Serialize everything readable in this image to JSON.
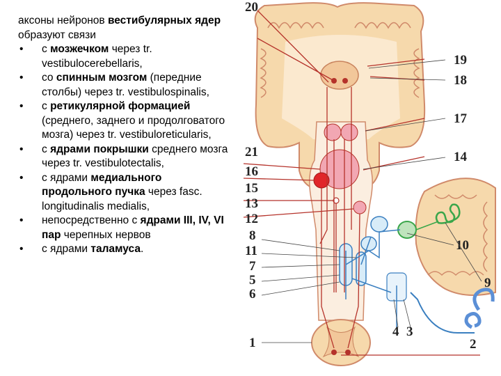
{
  "intro": {
    "t1": "аксоны нейронов ",
    "b1": "вестибулярных ядер",
    "t2": " образуют связи"
  },
  "bullets": [
    {
      "t1": "с ",
      "b1": "мозжечком",
      "t2": " через tr. vestibulocerebellaris,"
    },
    {
      "t1": "со ",
      "b1": "спинным мозгом",
      "t2": " (передние столбы) через tr. vestibulospinalis,"
    },
    {
      "t1": "с ",
      "b1": "ретикулярной формацией",
      "t2": " (среднего, заднего и продолговатого мозга) через tr. vestibuloreticularis,"
    },
    {
      "t1": "с ",
      "b1": "ядрами покрышки",
      "t2": " среднего мозга через tr. vestibulotectalis,"
    },
    {
      "t1": "с ядрами ",
      "b1": "медиального продольного пучка",
      "t2": " через fasc. longitudinalis medialis,"
    },
    {
      "t1": "непосредственно с ",
      "b1": "ядрами III, IV, VI пар",
      "t2": " черепных нервов"
    },
    {
      "t1": "с ядрами ",
      "b1": "таламуса",
      "t2": "."
    }
  ],
  "bullet_symbol": "•",
  "figure_labels": {
    "n20": "20",
    "n19": "19",
    "n18": "18",
    "n17": "17",
    "n21": "21",
    "n14": "14",
    "n16": "16",
    "n15": "15",
    "n13": "13",
    "n12": "12",
    "n8": "8",
    "n11": "11",
    "n10": "10",
    "n7": "7",
    "n5": "5",
    "n9": "9",
    "n6": "6",
    "n4": "4",
    "n3": "3",
    "n1": "1",
    "n2": "2"
  },
  "colors": {
    "pathway": "#b5322a",
    "tissue": "#f6d9ac",
    "tissue_edge": "#d08a6a",
    "nucleus_red": "#e0262a",
    "nucleus_pink": "#f2a7b3",
    "blue": "#3a7fc0",
    "green": "#3aa64a",
    "ear": "#5b8fd6"
  }
}
